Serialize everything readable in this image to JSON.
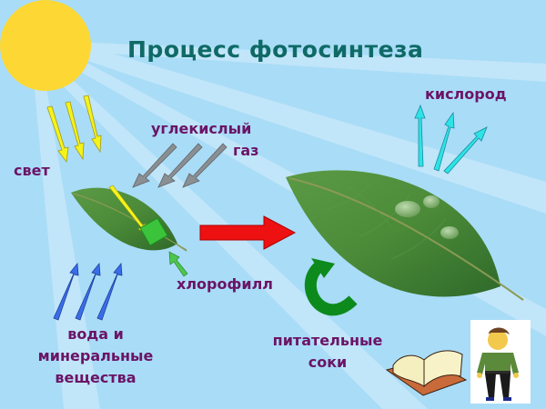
{
  "title": "Процесс фотосинтеза",
  "labels": {
    "light": "свет",
    "co2_line1": "углекислый",
    "co2_line2": "газ",
    "oxygen": "кислород",
    "chlorophyll": "хлорофилл",
    "water_line1": "вода и",
    "water_line2": "минеральные",
    "water_line3": "вещества",
    "sap_line1": "питательные",
    "sap_line2": "соки"
  },
  "colors": {
    "background": "#a9dcf7",
    "sun": "#fdd835",
    "title": "#0f6a66",
    "label": "#6b1466",
    "light_arrows": "#f4f41c",
    "co2_arrows": "#8a8f93",
    "oxygen_arrows": "#2de3e8",
    "water_arrows": "#3a6ee8",
    "chlorophyll": "#3cc33c",
    "process_arrow": "#ee1111",
    "cycle_arrow": "#0d8a1c",
    "leaf": "#4c8a3a"
  }
}
